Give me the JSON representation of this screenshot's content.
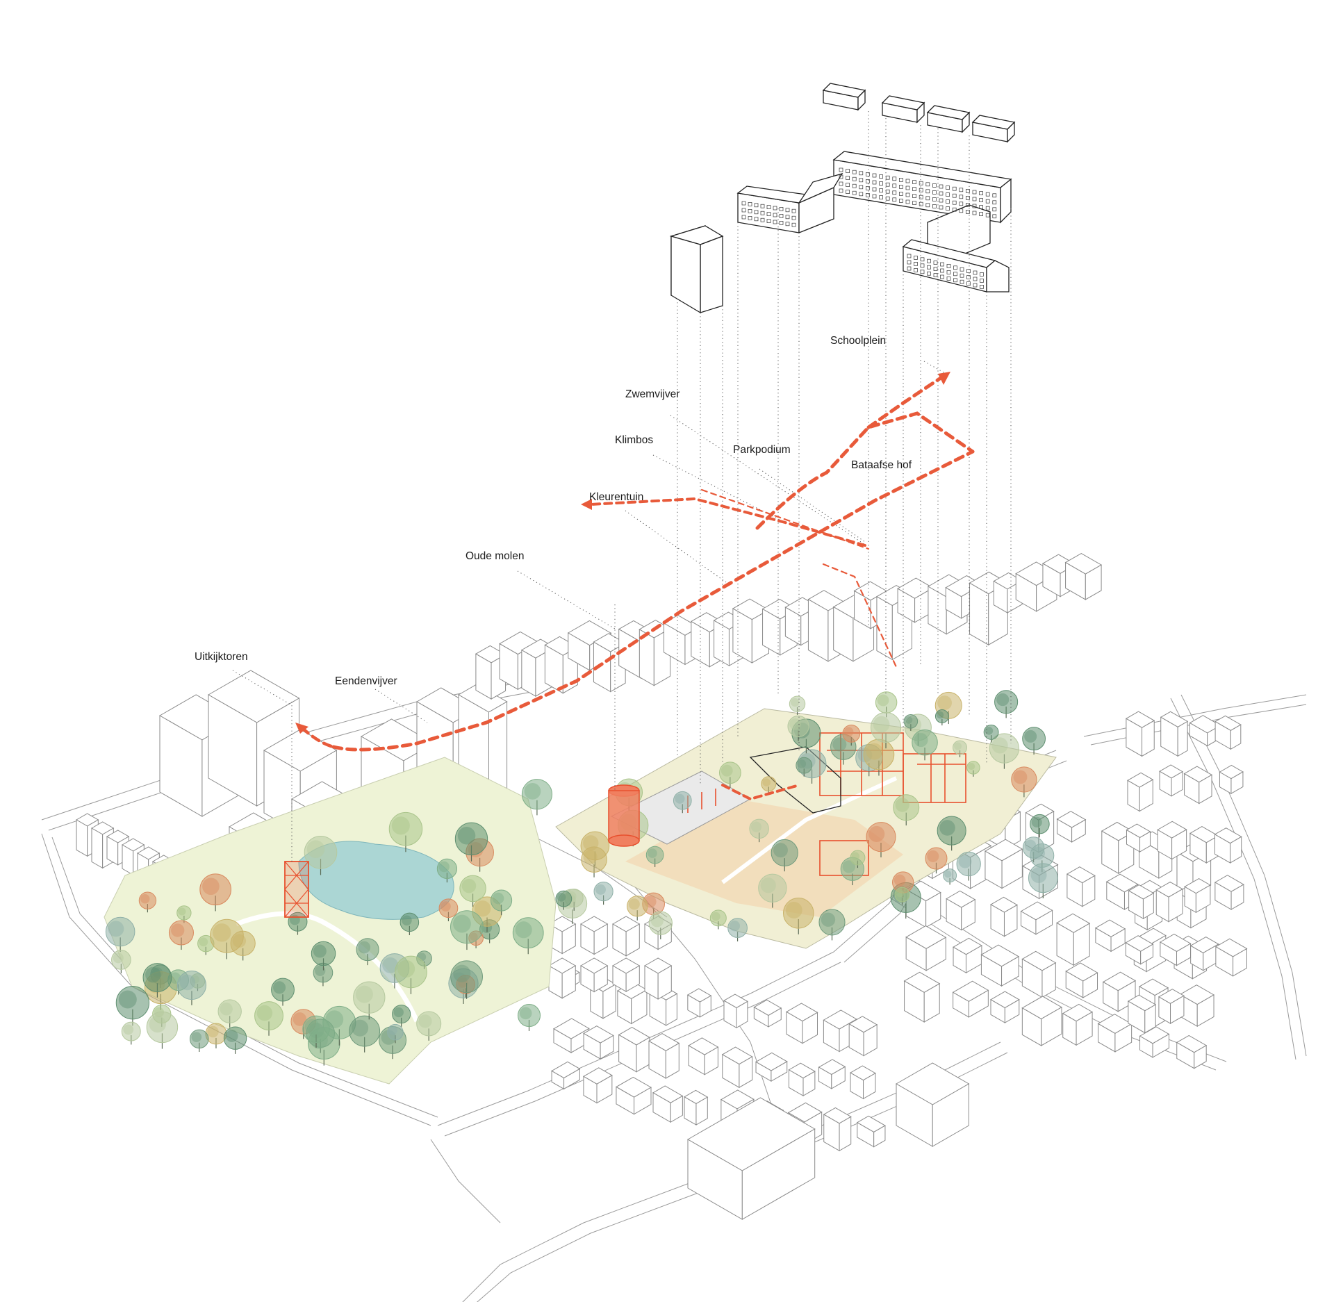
{
  "labels": {
    "schoolplein": "Schoolplein",
    "zwemvijver": "Zwemvijver",
    "klimbos": "Klimbos",
    "parkpodium": "Parkpodium",
    "bataafse_hof": "Bataafse hof",
    "kleurentuin": "Kleurentuin",
    "oude_molen": "Oude molen",
    "uitkijktoren": "Uitkijktoren",
    "eendenvijver": "Eendenvijver"
  },
  "colors": {
    "route": "#e85a3a",
    "tower": "#e8502e",
    "park_ground": "#eef3d6",
    "pond": "#9fd0d4",
    "meadow": "#f3d9b5",
    "tree_palette": [
      "#7fae88",
      "#5e8f70",
      "#a9c48a",
      "#c9b36a",
      "#d98a5f",
      "#8fb0a8",
      "#b6c9a0",
      "#6f9a7c"
    ]
  }
}
